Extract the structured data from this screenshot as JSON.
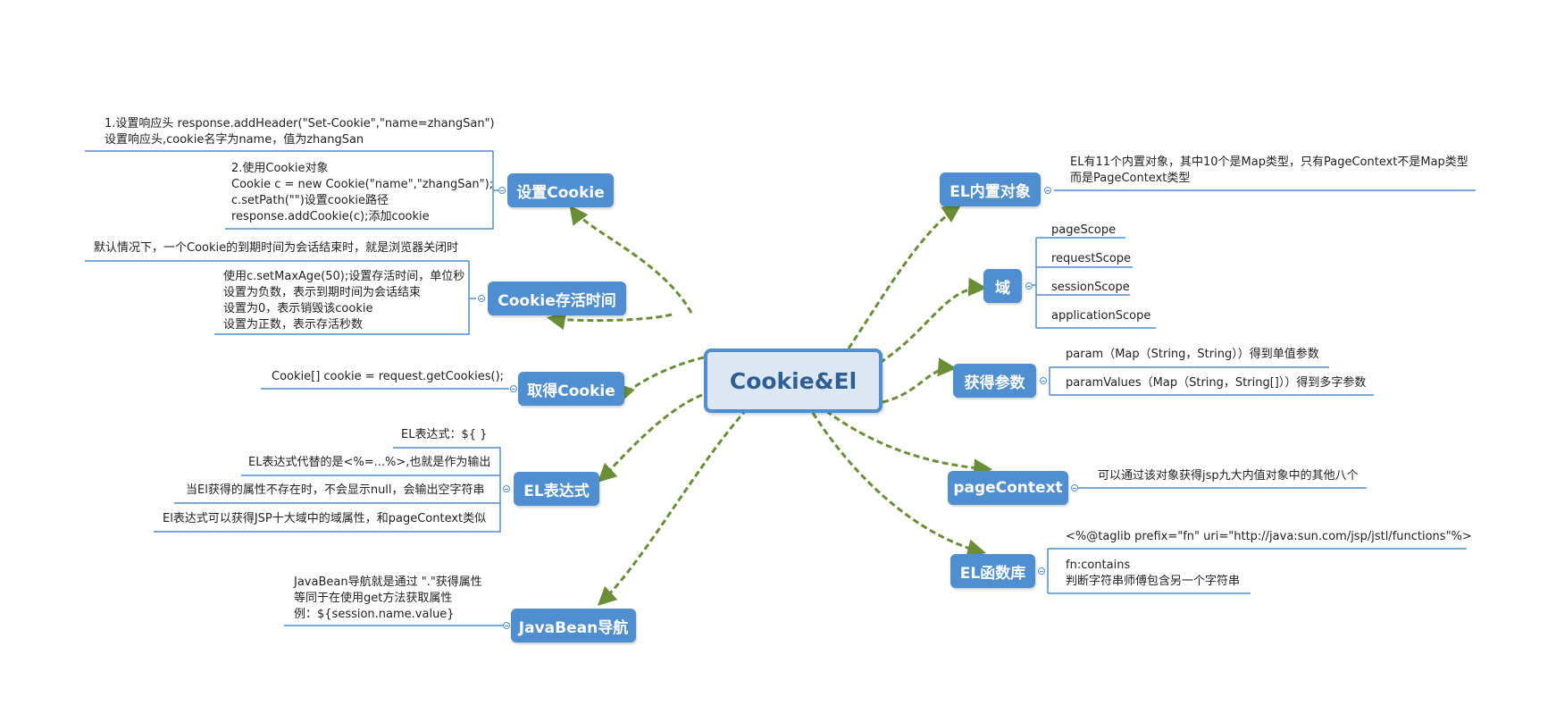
{
  "colors": {
    "topic_fill": "#4f8ed0",
    "center_fill": "#dde7f3",
    "center_text": "#2e5f93",
    "connector": "#6a8e35",
    "underline": "#4f8ed0"
  },
  "center": {
    "label": "Cookie&El"
  },
  "topics": {
    "set_cookie": {
      "label": "设置Cookie",
      "notes": [
        [
          "1.设置响应头   response.addHeader(\"Set-Cookie\",\"name=zhangSan\")",
          "设置响应头,cookie名字为name，值为zhangSan"
        ],
        [
          "2.使用Cookie对象",
          "Cookie c = new Cookie(\"name\",\"zhangSan\");",
          "c.setPath(\"\")设置cookie路径",
          "response.addCookie(c);添加cookie"
        ]
      ]
    },
    "cookie_lifetime": {
      "label": "Cookie存活时间",
      "notes": [
        [
          "默认情况下，一个Cookie的到期时间为会话结束时，就是浏览器关闭时"
        ],
        [
          "使用c.setMaxAge(50);设置存活时间，单位秒",
          "设置为负数，表示到期时间为会话结束",
          "设置为0，表示销毁该cookie",
          "设置为正数，表示存活秒数"
        ]
      ]
    },
    "get_cookie": {
      "label": "取得Cookie",
      "notes": [
        [
          "Cookie[] cookie = request.getCookies();"
        ]
      ]
    },
    "el_expression": {
      "label": "EL表达式",
      "notes": [
        [
          "EL表达式：${  }"
        ],
        [
          "EL表达式代替的是<%=...%>,也就是作为输出"
        ],
        [
          "当El获得的属性不存在时，不会显示null，会输出空字符串"
        ],
        [
          "El表达式可以获得JSP十大域中的域属性，和pageContext类似"
        ]
      ]
    },
    "javabean_nav": {
      "label": "JavaBean导航",
      "notes": [
        [
          "JavaBean导航就是通过 \".\"获得属性",
          "等同于在使用get方法获取属性",
          "例：${session.name.value}"
        ]
      ]
    },
    "el_builtin": {
      "label": "EL内置对象",
      "notes": [
        [
          "EL有11个内置对象，其中10个是Map类型，只有PageContext不是Map类型",
          "而是PageContext类型"
        ]
      ]
    },
    "scope": {
      "label": "域",
      "notes": [
        [
          "pageScope"
        ],
        [
          "requestScope"
        ],
        [
          "sessionScope"
        ],
        [
          "applicationScope"
        ]
      ]
    },
    "get_params": {
      "label": "获得参数",
      "notes": [
        [
          "param（Map（String，String））得到单值参数"
        ],
        [
          "paramValues（Map（String，String[]））得到多字参数"
        ]
      ]
    },
    "page_context": {
      "label": "pageContext",
      "notes": [
        [
          "可以通过该对象获得jsp九大内值对象中的其他八个"
        ]
      ]
    },
    "el_functions": {
      "label": "EL函数库",
      "notes": [
        [
          "<%@taglib prefix=\"fn\" uri=\"http://java:sun.com/jsp/jstl/functions\"%>"
        ],
        [
          "fn:contains",
          "判断字符串师傅包含另一个字符串"
        ]
      ]
    }
  }
}
